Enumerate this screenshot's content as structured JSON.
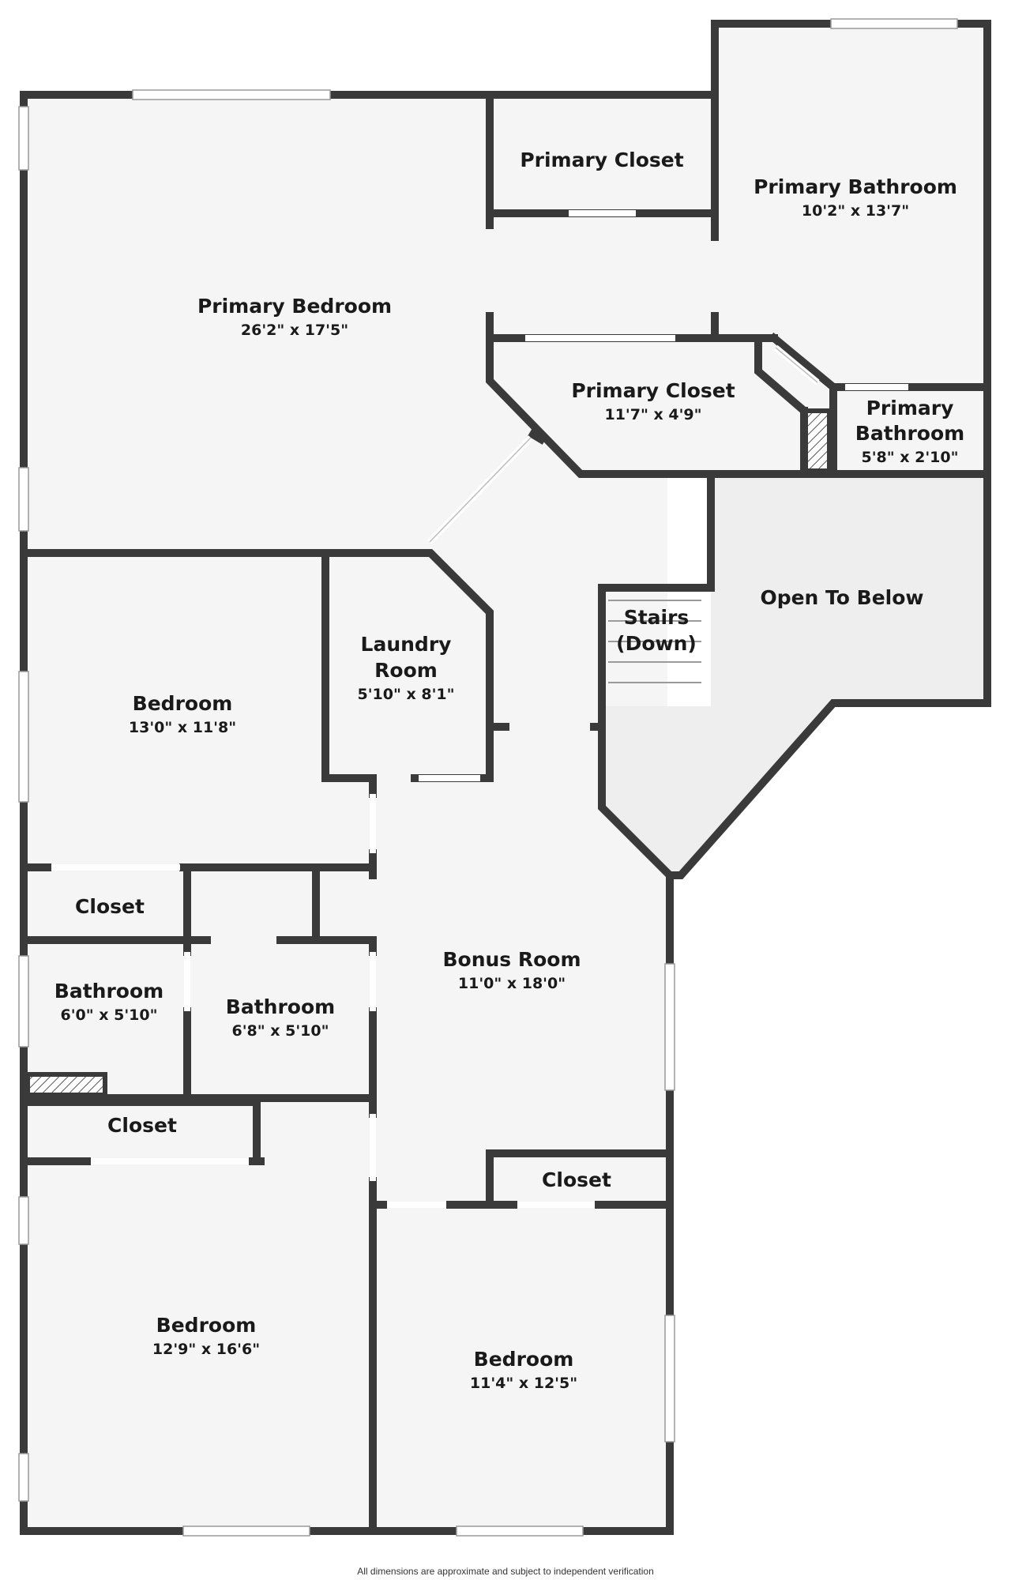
{
  "footer": {
    "note": "All dimensions are approximate and subject to independent verification"
  },
  "colors": {
    "wall": "#3a3a3a",
    "floor": "#f5f5f5",
    "open_area": "#eeeeee",
    "window": "#ffffff",
    "background": "#ffffff"
  },
  "rooms": {
    "primary_bedroom": {
      "name": "Primary Bedroom",
      "dims": "26'2\" x 17'5\""
    },
    "primary_closet_top": {
      "name": "Primary Closet"
    },
    "primary_bathroom": {
      "name": "Primary Bathroom",
      "dims": "10'2\" x 13'7\""
    },
    "primary_closet_mid": {
      "name": "Primary Closet",
      "dims": "11'7\" x 4'9\""
    },
    "primary_bathroom_small": {
      "name_line1": "Primary",
      "name_line2": "Bathroom",
      "dims": "5'8\" x 2'10\""
    },
    "open_to_below": {
      "name": "Open To Below"
    },
    "stairs": {
      "name_line1": "Stairs",
      "name_line2": "(Down)"
    },
    "laundry_room": {
      "name_line1": "Laundry",
      "name_line2": "Room",
      "dims": "5'10\" x 8'1\""
    },
    "bedroom_upper_left": {
      "name": "Bedroom",
      "dims": "13'0\" x 11'8\""
    },
    "closet_left": {
      "name": "Closet"
    },
    "bathroom_left": {
      "name": "Bathroom",
      "dims": "6'0\" x 5'10\""
    },
    "bathroom_mid": {
      "name": "Bathroom",
      "dims": "6'8\" x 5'10\""
    },
    "bonus_room": {
      "name": "Bonus Room",
      "dims": "11'0\" x 18'0\""
    },
    "closet_lower_left": {
      "name": "Closet"
    },
    "closet_lower_right": {
      "name": "Closet"
    },
    "bedroom_lower_left": {
      "name": "Bedroom",
      "dims": "12'9\" x 16'6\""
    },
    "bedroom_lower_right": {
      "name": "Bedroom",
      "dims": "11'4\" x 12'5\""
    }
  }
}
